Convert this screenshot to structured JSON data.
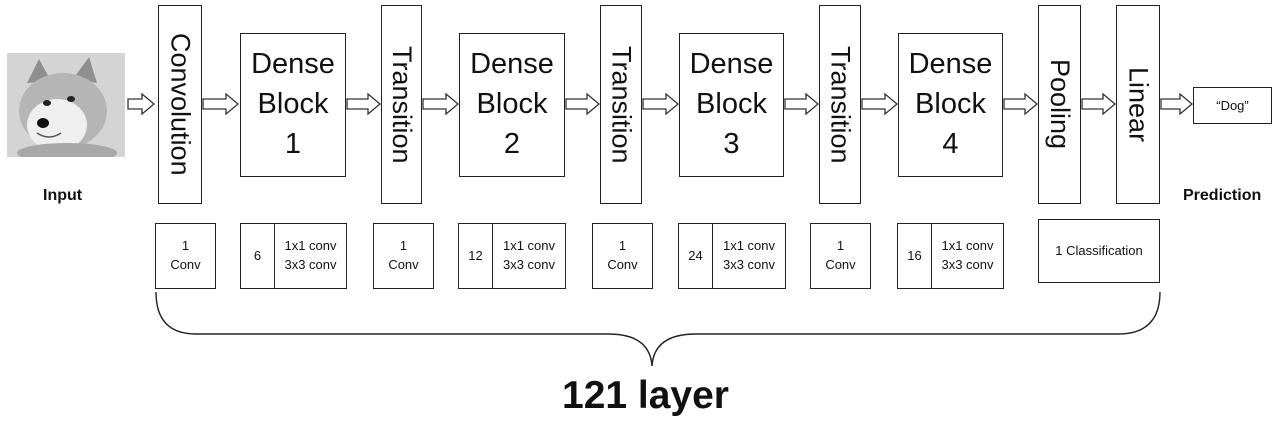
{
  "input": {
    "label": "Input",
    "image": "dog-photo"
  },
  "stages": {
    "convolution": "Convolution",
    "dense_block_label": "Dense",
    "dense_block_label2": "Block",
    "dense1_num": "1",
    "dense2_num": "2",
    "dense3_num": "3",
    "dense4_num": "4",
    "transition": "Transition",
    "pooling": "Pooling",
    "linear": "Linear"
  },
  "output": {
    "prediction_value": "“Dog”",
    "label": "Prediction"
  },
  "layer_counts": {
    "conv": {
      "count": "1",
      "op": "Conv"
    },
    "dense1": {
      "count": "6",
      "op1": "1x1 conv",
      "op2": "3x3 conv"
    },
    "trans1": {
      "count": "1",
      "op": "Conv"
    },
    "dense2": {
      "count": "12",
      "op1": "1x1 conv",
      "op2": "3x3 conv"
    },
    "trans2": {
      "count": "1",
      "op": "Conv"
    },
    "dense3": {
      "count": "24",
      "op1": "1x1 conv",
      "op2": "3x3 conv"
    },
    "trans3": {
      "count": "1",
      "op": "Conv"
    },
    "dense4": {
      "count": "16",
      "op1": "1x1 conv",
      "op2": "3x3 conv"
    },
    "classification": "1 Classification"
  },
  "total": "121 layer"
}
